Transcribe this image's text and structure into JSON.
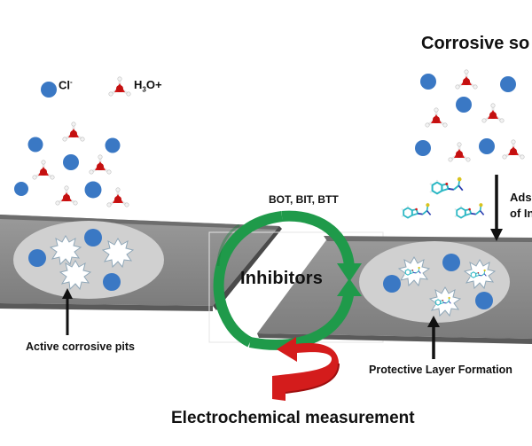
{
  "title": "Corrosive so",
  "legend": {
    "chloride_label": "Cl",
    "chloride_charge": "-",
    "hydronium_label_prefix": "H",
    "hydronium_subscript": "3",
    "hydronium_label_suffix": "O+"
  },
  "inhibitor_names": "BOT, BIT, BTT",
  "cycle_label": "Inhibitors",
  "left_panel": {
    "caption": "Active corrosive pits"
  },
  "right_panel": {
    "caption": "Protective Layer Formation",
    "adsorption_line1": "Ads",
    "adsorption_line2": "of In"
  },
  "bottom_label": "Electrochemical measurement",
  "colors": {
    "chloride_blue": "#3a78c4",
    "hydronium_red": "#d41818",
    "metal_gray": "#8c8c8c",
    "pit_zone": "#cfcfcf",
    "cycle_green": "#1f9a4a",
    "measure_red": "#d41c1c",
    "molecule_cyan": "#2bb7c4",
    "sulfur_yellow": "#d8c31e"
  }
}
